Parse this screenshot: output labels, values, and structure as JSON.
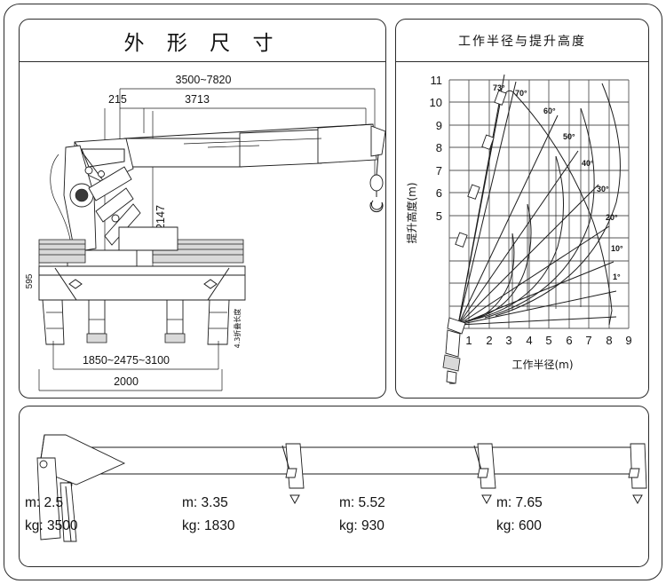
{
  "panels": {
    "outline": {
      "title": "外 形 尺 寸"
    },
    "chart": {
      "title": "工作半径与提升高度"
    },
    "loads": {
      "title": ""
    }
  },
  "outline_dims": {
    "boom_range": "3500~7820",
    "boom_len": "3713",
    "overhang": "215",
    "height": "2147",
    "base_height": "595",
    "outrigger_span": "1850~2475~3100",
    "width": "2000",
    "fold_note": "4.3折叠长度"
  },
  "chart_data": {
    "type": "line",
    "title": "工作半径与提升高度",
    "xlabel": "工作半径(m)",
    "ylabel": "提升高度(m)",
    "xlim": [
      0,
      9
    ],
    "ylim": [
      0,
      11
    ],
    "xticks": [
      1,
      2,
      3,
      4,
      5,
      6,
      7,
      8,
      9
    ],
    "yticks": [
      5,
      6,
      7,
      8,
      9,
      10,
      11
    ],
    "grid": true,
    "legend": "none",
    "angle_labels": [
      "73°",
      "70°",
      "60°",
      "50°",
      "40°",
      "30°",
      "20°",
      "10°",
      "1°"
    ],
    "series": [
      {
        "name": "73°",
        "angle": 73,
        "points": [
          [
            0.45,
            0.15
          ],
          [
            0.9,
            1.6
          ],
          [
            1.35,
            3.1
          ],
          [
            1.8,
            4.6
          ],
          [
            2.1,
            5.6
          ],
          [
            2.35,
            7.0
          ],
          [
            2.6,
            8.6
          ],
          [
            2.75,
            10.3
          ]
        ]
      },
      {
        "name": "70°",
        "angle": 70,
        "points": [
          [
            0.45,
            0.15
          ],
          [
            1.0,
            1.55
          ],
          [
            1.6,
            3.0
          ],
          [
            2.2,
            4.5
          ],
          [
            2.65,
            5.7
          ],
          [
            2.95,
            7.2
          ],
          [
            3.2,
            8.8
          ],
          [
            3.35,
            10.2
          ]
        ]
      },
      {
        "name": "60°",
        "angle": 60,
        "points": [
          [
            0.45,
            0.15
          ],
          [
            1.3,
            1.45
          ],
          [
            2.2,
            2.8
          ],
          [
            3.0,
            4.1
          ],
          [
            3.7,
            5.4
          ],
          [
            4.3,
            6.8
          ],
          [
            4.7,
            8.2
          ],
          [
            4.95,
            9.45
          ]
        ]
      },
      {
        "name": "50°",
        "angle": 50,
        "points": [
          [
            0.45,
            0.15
          ],
          [
            1.6,
            1.3
          ],
          [
            2.8,
            2.5
          ],
          [
            3.9,
            3.6
          ],
          [
            4.9,
            4.7
          ],
          [
            5.6,
            5.8
          ],
          [
            6.1,
            6.8
          ],
          [
            6.35,
            7.9
          ]
        ]
      },
      {
        "name": "40°",
        "angle": 40,
        "points": [
          [
            0.45,
            0.15
          ],
          [
            1.9,
            1.1
          ],
          [
            3.3,
            2.1
          ],
          [
            4.6,
            3.0
          ],
          [
            5.7,
            3.9
          ],
          [
            6.55,
            4.8
          ],
          [
            7.1,
            5.6
          ],
          [
            7.4,
            6.4
          ]
        ]
      },
      {
        "name": "30°",
        "angle": 30,
        "points": [
          [
            0.45,
            0.15
          ],
          [
            2.1,
            0.9
          ],
          [
            3.7,
            1.6
          ],
          [
            5.2,
            2.3
          ],
          [
            6.4,
            2.9
          ],
          [
            7.3,
            3.5
          ],
          [
            7.8,
            4.1
          ],
          [
            8.0,
            4.5
          ]
        ]
      },
      {
        "name": "20°",
        "angle": 20,
        "points": [
          [
            0.45,
            0.15
          ],
          [
            2.2,
            0.65
          ],
          [
            4.0,
            1.15
          ],
          [
            5.6,
            1.6
          ],
          [
            6.9,
            2.0
          ],
          [
            7.7,
            2.4
          ],
          [
            8.1,
            2.7
          ]
        ]
      },
      {
        "name": "10°",
        "angle": 10,
        "points": [
          [
            0.45,
            0.15
          ],
          [
            2.3,
            0.45
          ],
          [
            4.1,
            0.7
          ],
          [
            5.8,
            0.95
          ],
          [
            7.0,
            1.15
          ],
          [
            7.8,
            1.3
          ]
        ]
      },
      {
        "name": "1°",
        "angle": 1,
        "points": [
          [
            0.45,
            0.15
          ],
          [
            2.3,
            0.2
          ],
          [
            4.1,
            0.25
          ],
          [
            5.8,
            0.3
          ],
          [
            7.0,
            0.33
          ],
          [
            7.7,
            0.36
          ]
        ]
      }
    ],
    "reach_arcs": [
      {
        "name": "boom-1",
        "points": [
          [
            0.55,
            0.1
          ],
          [
            1.0,
            0.35
          ],
          [
            1.45,
            0.75
          ],
          [
            1.85,
            1.3
          ],
          [
            2.15,
            1.95
          ],
          [
            2.35,
            2.7
          ],
          [
            2.45,
            3.45
          ],
          [
            2.5,
            4.15
          ]
        ]
      },
      {
        "name": "boom-2",
        "points": [
          [
            0.9,
            0.1
          ],
          [
            1.55,
            0.5
          ],
          [
            2.15,
            1.1
          ],
          [
            2.65,
            1.9
          ],
          [
            3.0,
            2.8
          ],
          [
            3.2,
            3.7
          ],
          [
            3.3,
            4.6
          ],
          [
            3.3,
            5.4
          ]
        ]
      },
      {
        "name": "boom-3",
        "points": [
          [
            1.6,
            0.1
          ],
          [
            2.5,
            0.6
          ],
          [
            3.4,
            1.5
          ],
          [
            4.1,
            2.6
          ],
          [
            4.6,
            3.8
          ],
          [
            4.9,
            5.0
          ],
          [
            5.05,
            6.2
          ],
          [
            5.05,
            7.2
          ]
        ]
      },
      {
        "name": "boom-4",
        "points": [
          [
            2.4,
            0.1
          ],
          [
            3.6,
            0.8
          ],
          [
            4.8,
            2.0
          ],
          [
            5.7,
            3.4
          ],
          [
            6.4,
            4.9
          ],
          [
            6.8,
            6.4
          ],
          [
            7.0,
            7.8
          ],
          [
            7.0,
            8.9
          ]
        ]
      },
      {
        "name": "boom-5",
        "points": [
          [
            3.3,
            0.1
          ],
          [
            4.6,
            0.9
          ],
          [
            5.9,
            2.2
          ],
          [
            6.9,
            3.8
          ],
          [
            7.6,
            5.5
          ],
          [
            8.05,
            7.2
          ],
          [
            8.25,
            8.8
          ],
          [
            8.3,
            10.1
          ]
        ]
      }
    ]
  },
  "load_chart": {
    "rows": [
      {
        "radius_label": "m: 2.5",
        "load_label": "kg: 3500"
      },
      {
        "radius_label": "m: 3.35",
        "load_label": "kg: 1830"
      },
      {
        "radius_label": "m: 5.52",
        "load_label": "kg: 930"
      },
      {
        "radius_label": "m: 7.65",
        "load_label": "kg: 600"
      }
    ]
  }
}
